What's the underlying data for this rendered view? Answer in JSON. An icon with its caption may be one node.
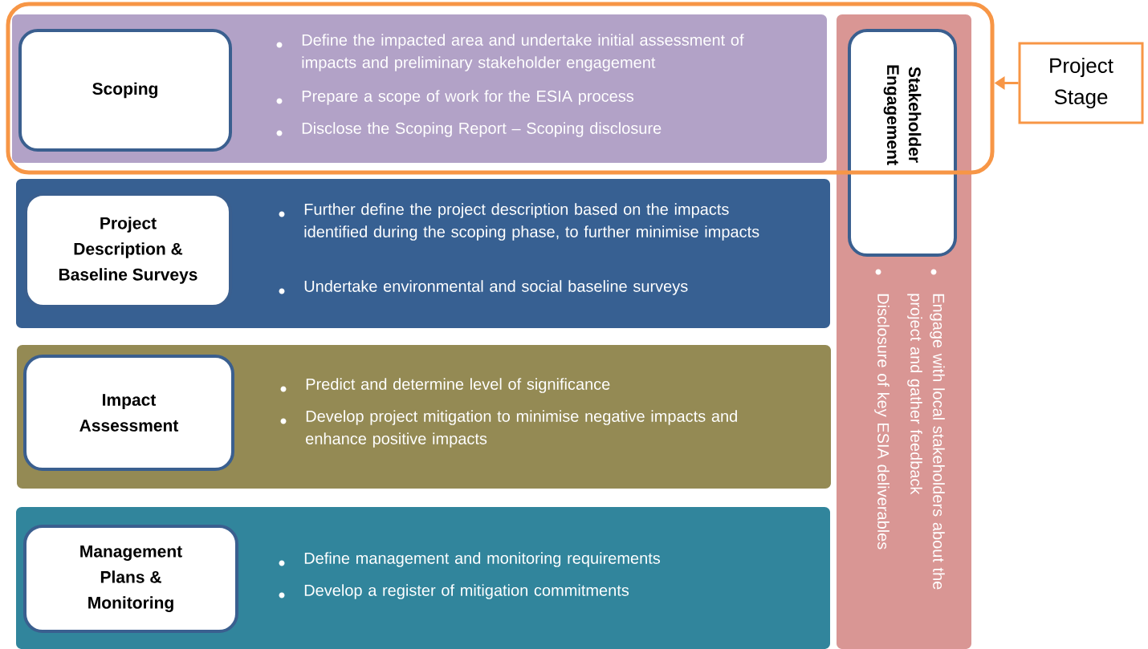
{
  "diagram": {
    "nodes": [
      {
        "text": [],
        "shape": "box"
      },
      {
        "text": [
          "Define the impacted area and undertake initial assessment of impacts and preliminary stakeholder engagement",
          "Prepare a scope of work for the ESIA process",
          "Disclose the Scoping Report – Scoping disclosure"
        ],
        "in": 0
      },
      {
        "text": [
          "Scoping"
        ],
        "in": 1
      },
      {
        "text": [
          "Further define the project description based on the impacts identified during the scoping phase, to further minimise impacts",
          "Undertake environmental and social baseline surveys"
        ]
      },
      {
        "text": [
          "Project Description & Baseline Surveys"
        ],
        "in": 3
      },
      {
        "text": [
          "Predict and determine level of significance",
          "Develop project mitigation to minimise negative impacts and enhance positive impacts"
        ]
      },
      {
        "text": [
          "Impact Assessment"
        ],
        "in": 5
      },
      {
        "text": [
          "Define management and monitoring requirements",
          "Develop a register of mitigation commitments"
        ]
      },
      {
        "text": [
          "Management Plans & Monitoring"
        ],
        "in": 7
      },
      {
        "text": [
          "Engage with local  stakeholders about the project and  gather feedback",
          "Disclosure of key ESIA deliverables"
        ]
      },
      {
        "text": [
          "Stakeholder Engagement"
        ],
        "in": 9
      },
      {
        "text": [
          "Project Stage"
        ]
      }
    ],
    "edges": [
      {
        "from": 11,
        "to": 0,
        "arrow": "to",
        "color": "#f79646"
      }
    ]
  }
}
